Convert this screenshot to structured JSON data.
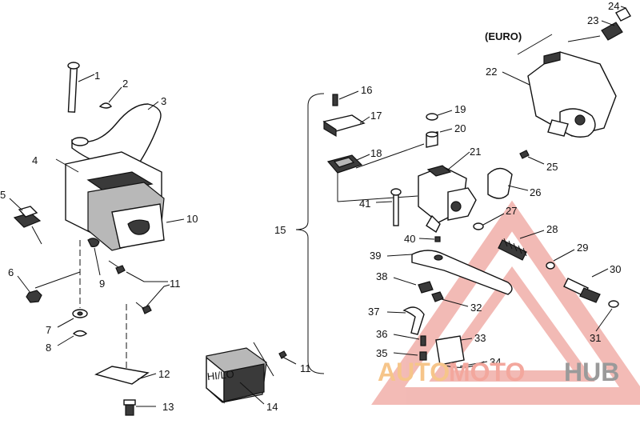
{
  "diagram": {
    "variant_label": "(EURO)",
    "part_numbers": [
      "1",
      "2",
      "3",
      "4",
      "5",
      "6",
      "7",
      "8",
      "9",
      "10",
      "11",
      "11",
      "11",
      "12",
      "13",
      "14",
      "15",
      "16",
      "17",
      "18",
      "19",
      "20",
      "21",
      "22",
      "23",
      "24",
      "25",
      "26",
      "27",
      "28",
      "29",
      "30",
      "31",
      "32",
      "33",
      "34",
      "35",
      "36",
      "37",
      "38",
      "39",
      "40",
      "41"
    ],
    "switch_face_text": "HI/LO"
  },
  "watermark": {
    "part1": "AUTO",
    "part2": "MOTO",
    "part3": "HUB",
    "colors": {
      "auto": "#f6c58a",
      "moto": "#f3a79d",
      "hub": "#9a9a9a",
      "triangle": "#f0a39a"
    }
  }
}
